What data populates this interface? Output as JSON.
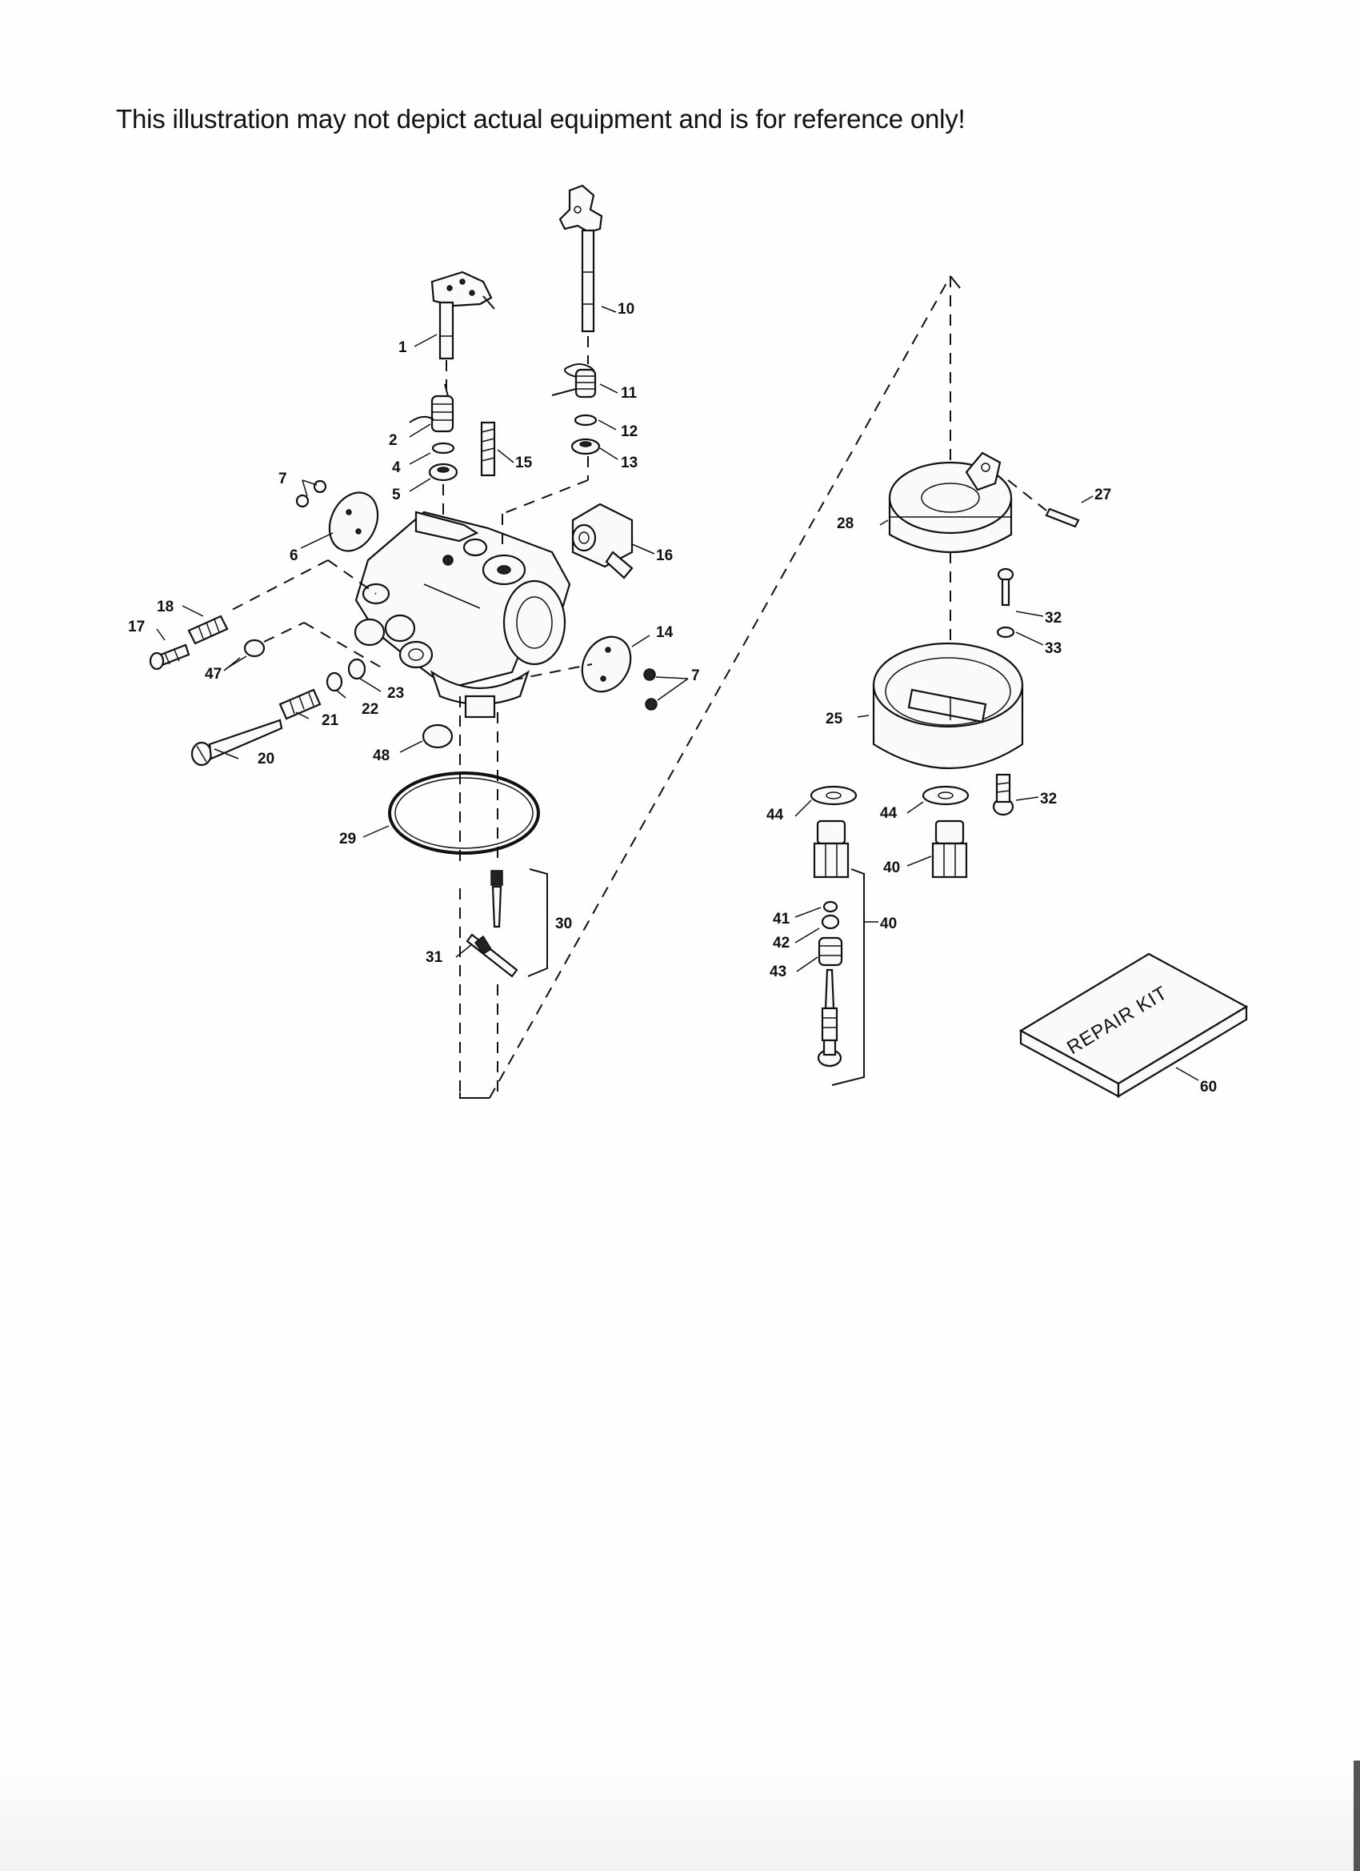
{
  "notice": "This illustration may not depict actual equipment and is for reference only!",
  "repair_kit": {
    "label": "REPAIR KIT",
    "number": "60"
  },
  "callouts": {
    "c1": "1",
    "c2": "2",
    "c4": "4",
    "c5": "5",
    "c6": "6",
    "c7a": "7",
    "c7b": "7",
    "c10": "10",
    "c11": "11",
    "c12": "12",
    "c13": "13",
    "c14": "14",
    "c15": "15",
    "c16": "16",
    "c17": "17",
    "c18": "18",
    "c20": "20",
    "c21": "21",
    "c22": "22",
    "c23": "23",
    "c25": "25",
    "c27": "27",
    "c28": "28",
    "c29": "29",
    "c30": "30",
    "c31": "31",
    "c32a": "32",
    "c32b": "32",
    "c33": "33",
    "c40a": "40",
    "c40b": "40",
    "c41": "41",
    "c42": "42",
    "c43": "43",
    "c44a": "44",
    "c44b": "44",
    "c47": "47",
    "c48": "48"
  }
}
